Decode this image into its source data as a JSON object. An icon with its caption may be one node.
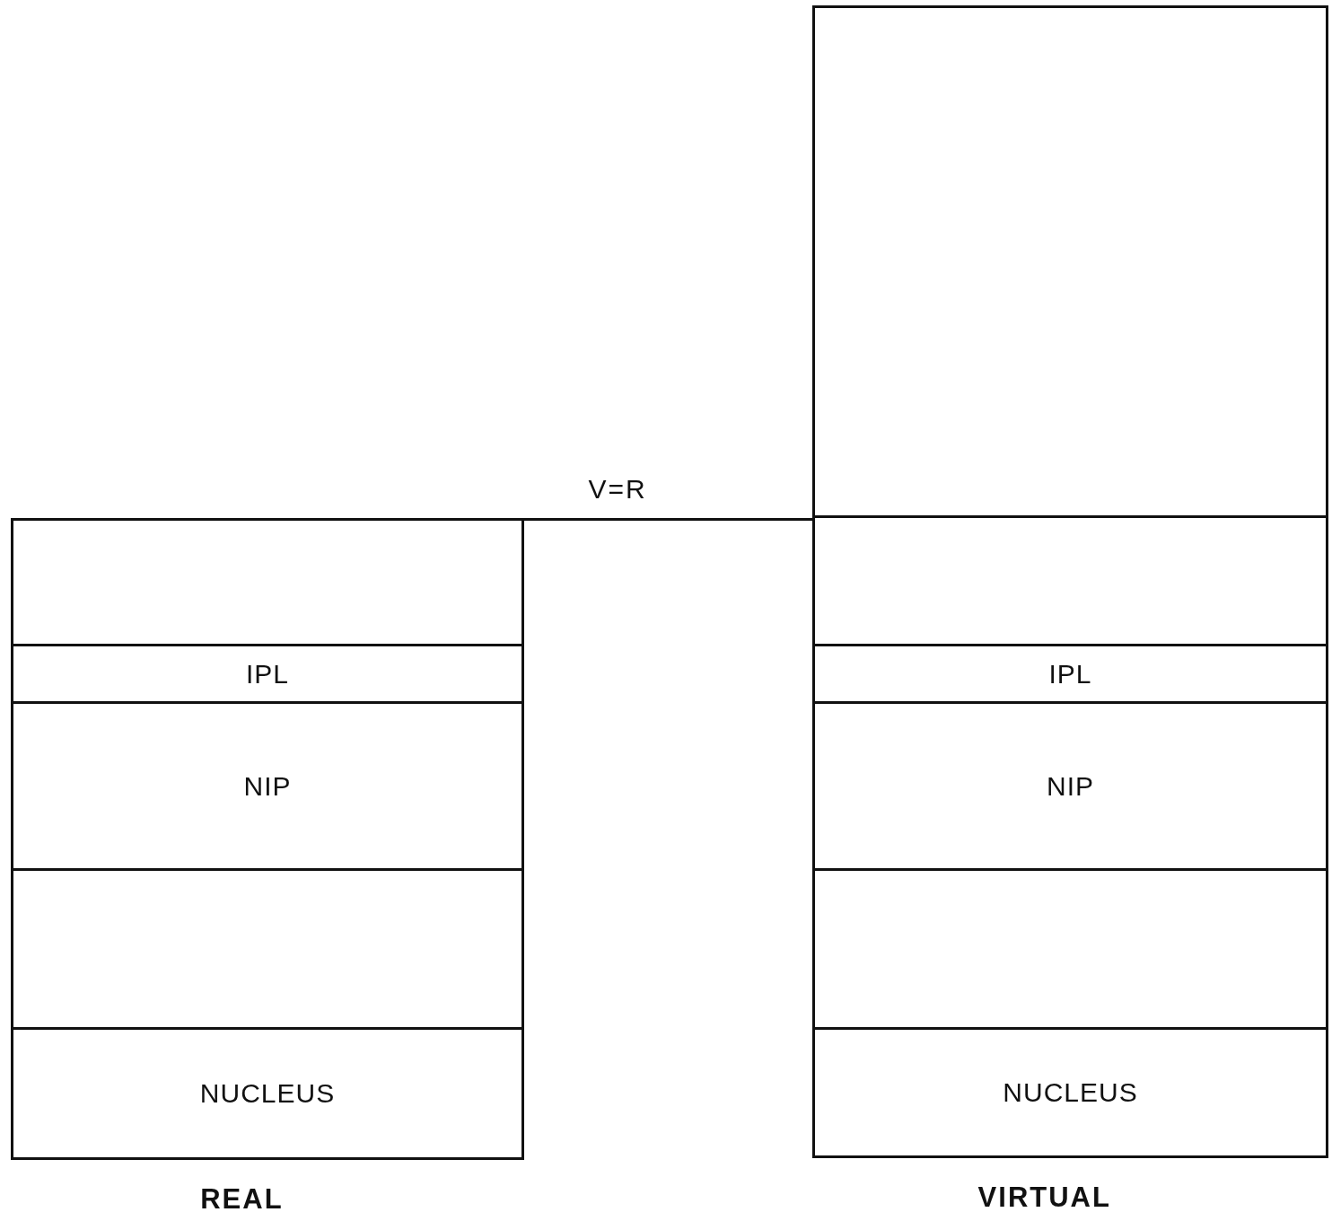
{
  "diagram": {
    "nodes": [
      {
        "text": [
          "REAL"
        ]
      },
      {
        "text": [],
        "shape": "box",
        "in": 0
      },
      {
        "text": [
          "IPL"
        ],
        "in": 0
      },
      {
        "text": [
          "NIP"
        ],
        "in": 0
      },
      {
        "text": [],
        "shape": "box",
        "in": 0
      },
      {
        "text": [
          "NUCLEUS"
        ],
        "in": 0
      },
      {
        "text": [
          "VIRTUAL"
        ]
      },
      {
        "text": [],
        "shape": "box",
        "in": 6
      },
      {
        "text": [],
        "shape": "box",
        "in": 6
      },
      {
        "text": [
          "IPL"
        ],
        "in": 6
      },
      {
        "text": [
          "NIP"
        ],
        "in": 6
      },
      {
        "text": [],
        "shape": "box",
        "in": 6
      },
      {
        "text": [
          "NUCLEUS"
        ],
        "in": 6
      }
    ],
    "edges": [],
    "labels": [
      "V=R"
    ]
  }
}
